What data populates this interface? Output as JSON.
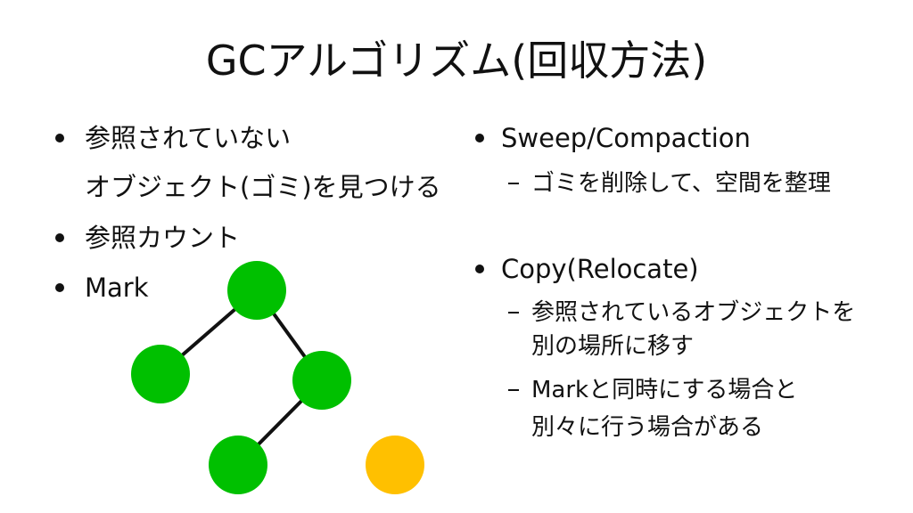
{
  "title": "GCアルゴリズム(回収方法)",
  "left": {
    "bullets": [
      {
        "lines": [
          "参照されていない",
          "オブジェクト(ゴミ)を見つける"
        ]
      },
      {
        "lines": [
          "参照カウント"
        ]
      },
      {
        "lines": [
          "Mark"
        ]
      }
    ]
  },
  "right": {
    "bullets": [
      {
        "label": "Sweep/Compaction",
        "subs": [
          {
            "lines": [
              "ゴミを削除して、空間を整理"
            ]
          }
        ]
      },
      {
        "label": "Copy(Relocate)",
        "subs": [
          {
            "lines": [
              "参照されているオブジェクトを",
              "別の場所に移す"
            ]
          },
          {
            "lines": [
              "Markと同時にする場合と",
              "別々に行う場合がある"
            ]
          }
        ]
      }
    ]
  },
  "colors": {
    "reachable_node": "#00c000",
    "garbage_node": "#ffc000",
    "edge": "#111111"
  }
}
